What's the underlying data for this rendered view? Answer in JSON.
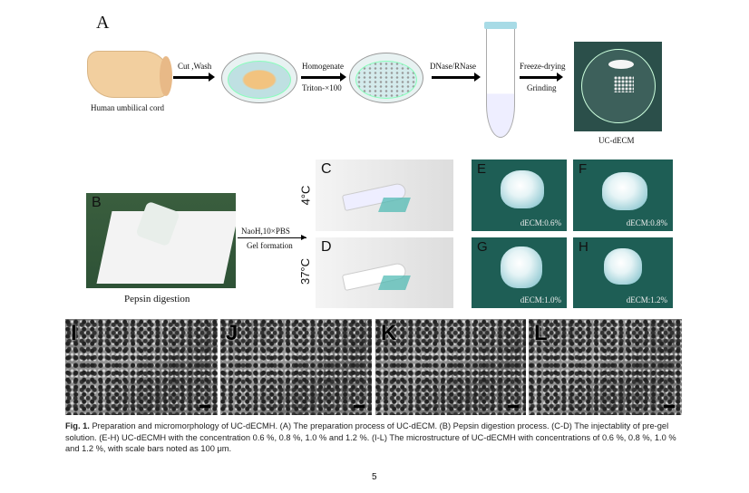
{
  "panel_a": {
    "letter": "A",
    "source_label": "Human umbilical cord",
    "step1": "Cut ,Wash",
    "step2_top": "Homogenate",
    "step2_bottom": "Triton-×100",
    "step3": "DNase/RNase",
    "step4_top": "Freeze-drying",
    "step4_bottom": "Grinding",
    "product_label": "UC-dECM"
  },
  "panel_b": {
    "letter": "B",
    "label": "Pepsin digestion"
  },
  "gel_arrow": {
    "top": "NaoH,10×PBS",
    "bottom": "Gel formation"
  },
  "panel_c": {
    "letter": "C",
    "temp": "4°C"
  },
  "panel_d": {
    "letter": "D",
    "temp": "37°C"
  },
  "gels": [
    {
      "letter": "E",
      "caption": "dECM:0.6%"
    },
    {
      "letter": "F",
      "caption": "dECM:0.8%"
    },
    {
      "letter": "G",
      "caption": "dECM:1.0%"
    },
    {
      "letter": "H",
      "caption": "dECM:1.2%"
    }
  ],
  "sem": [
    {
      "letter": "I"
    },
    {
      "letter": "J"
    },
    {
      "letter": "K"
    },
    {
      "letter": "L"
    }
  ],
  "caption": {
    "label": "Fig. 1.",
    "text": " Preparation and micromorphology of UC-dECMH. (A) The preparation process of UC-dECM. (B) Pepsin digestion process. (C-D) The injectablity of pre-gel solution. (E-H) UC-dECMH with the concentration 0.6 %, 0.8 %, 1.0 % and 1.2 %. (I-L) The microstructure of UC-dECMH with concentrations of 0.6 %, 0.8 %, 1.0 % and 1.2 %, with scale bars noted as 100 μm."
  },
  "page_number": "5"
}
